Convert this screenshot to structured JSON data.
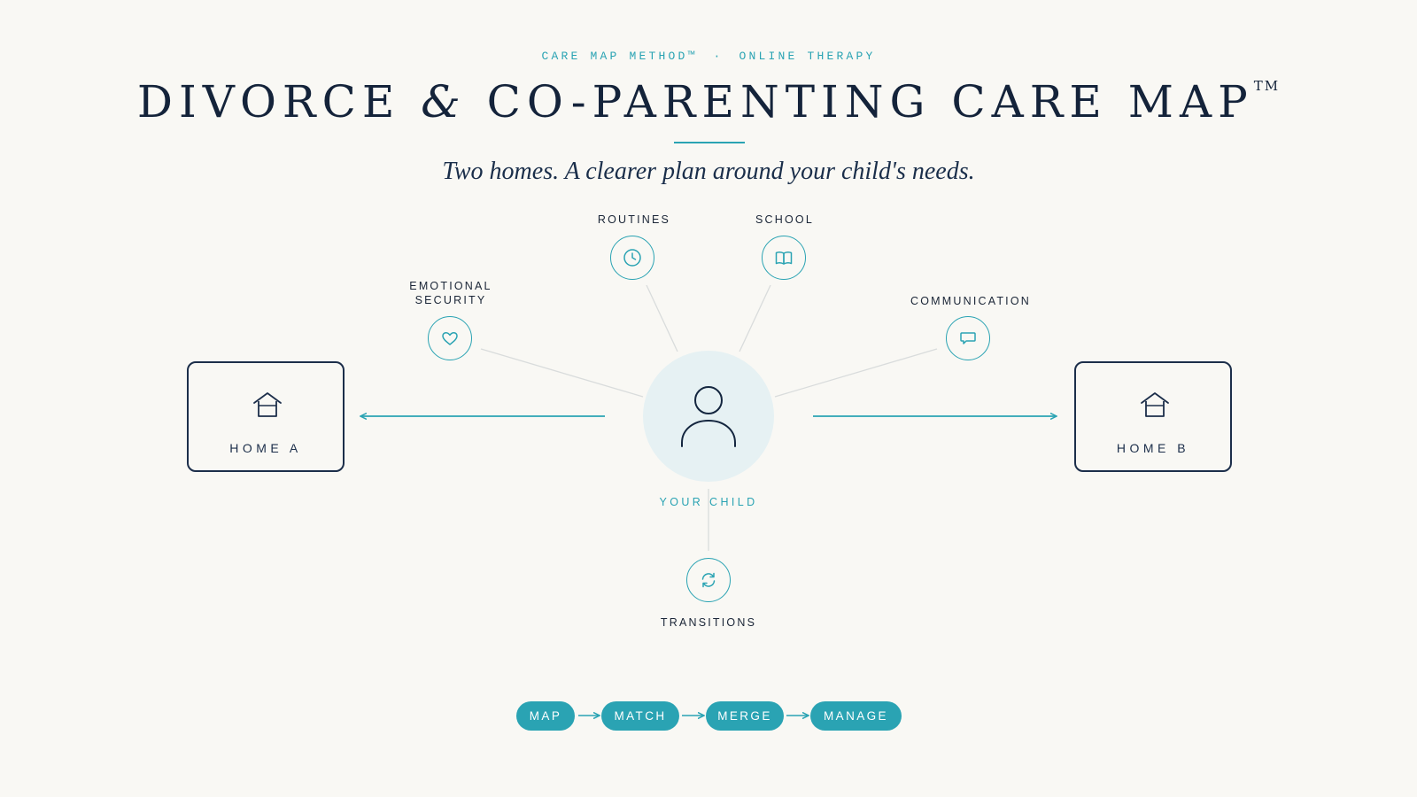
{
  "header": {
    "eyebrow_left": "CARE MAP METHOD™",
    "eyebrow_sep": "·",
    "eyebrow_right": "ONLINE THERAPY",
    "title_part1": "DIVORCE",
    "title_amp": "&",
    "title_part2": "CO-PARENTING CARE MAP",
    "title_tm": "TM",
    "subtitle": "Two homes. A clearer plan around your child's needs."
  },
  "center": {
    "label": "YOUR CHILD",
    "icon": "person-icon"
  },
  "homes": {
    "a": {
      "label": "HOME A",
      "icon": "house-icon"
    },
    "b": {
      "label": "HOME B",
      "icon": "house-icon"
    }
  },
  "needs": {
    "routines": {
      "label": "ROUTINES",
      "icon": "clock-icon"
    },
    "school": {
      "label": "SCHOOL",
      "icon": "book-icon"
    },
    "emotional_line1": "EMOTIONAL",
    "emotional_line2": "SECURITY",
    "emotional_icon": "heart-icon",
    "communication": {
      "label": "COMMUNICATION",
      "icon": "chat-bubble-icon"
    },
    "transitions": {
      "label": "TRANSITIONS",
      "icon": "refresh-icon"
    }
  },
  "process": {
    "steps": [
      "MAP",
      "MATCH",
      "MERGE",
      "MANAGE"
    ]
  },
  "colors": {
    "accent": "#2aa3b3",
    "navy": "#14233a",
    "background": "#f9f8f4",
    "child_circle": "#e6f1f3",
    "connector": "#d9dcdc"
  }
}
